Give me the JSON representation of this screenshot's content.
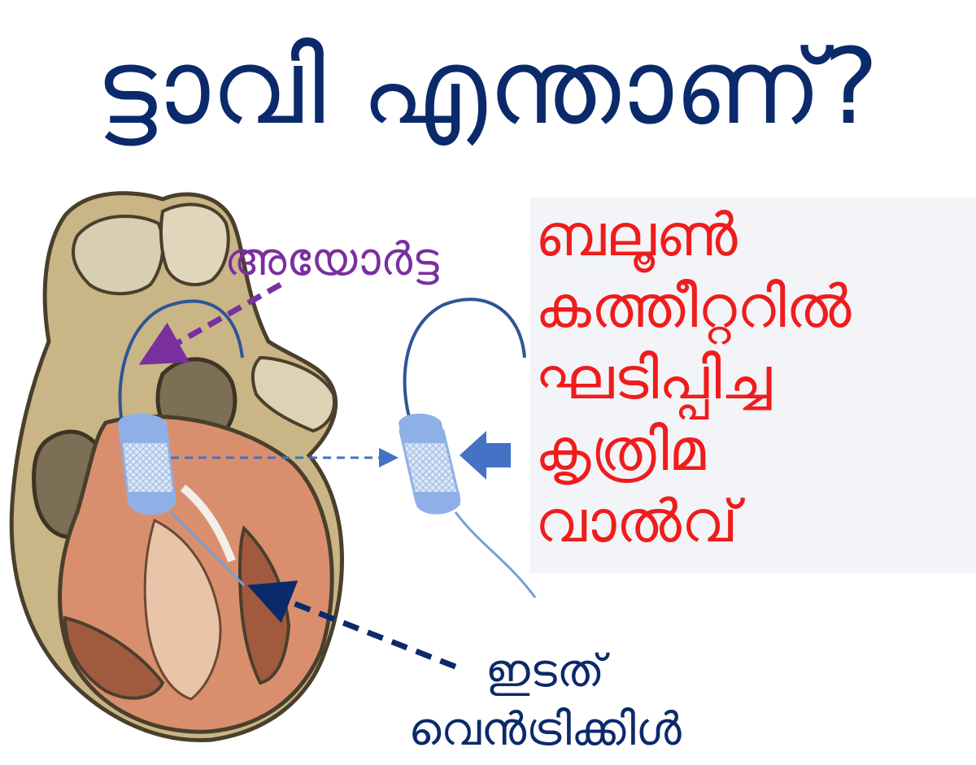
{
  "title": "ട്ടാവി എന്താണ്?",
  "labels": {
    "aorta": "അയോർട്ട",
    "left_ventricle": [
      "ഇടത്",
      "വെൻട്രിക്കിൾ"
    ],
    "valve_description": [
      "ബലൂൺ",
      "കത്തീറ്ററിൽ",
      "ഘടിപ്പിച്ച",
      "കൃത്രിമ",
      "വാൽവ്"
    ]
  },
  "colors": {
    "title": "#0b2a6b",
    "valve_text": "#f01c1c",
    "aorta_label": "#7a2f9e",
    "catheter": "#2f5597",
    "valve_fill": "#8fb0e6",
    "arrow_blue": "#4472c4"
  },
  "icons": [
    "heart-illustration",
    "valve-icon",
    "catheter-icon",
    "arrow-left-icon"
  ]
}
